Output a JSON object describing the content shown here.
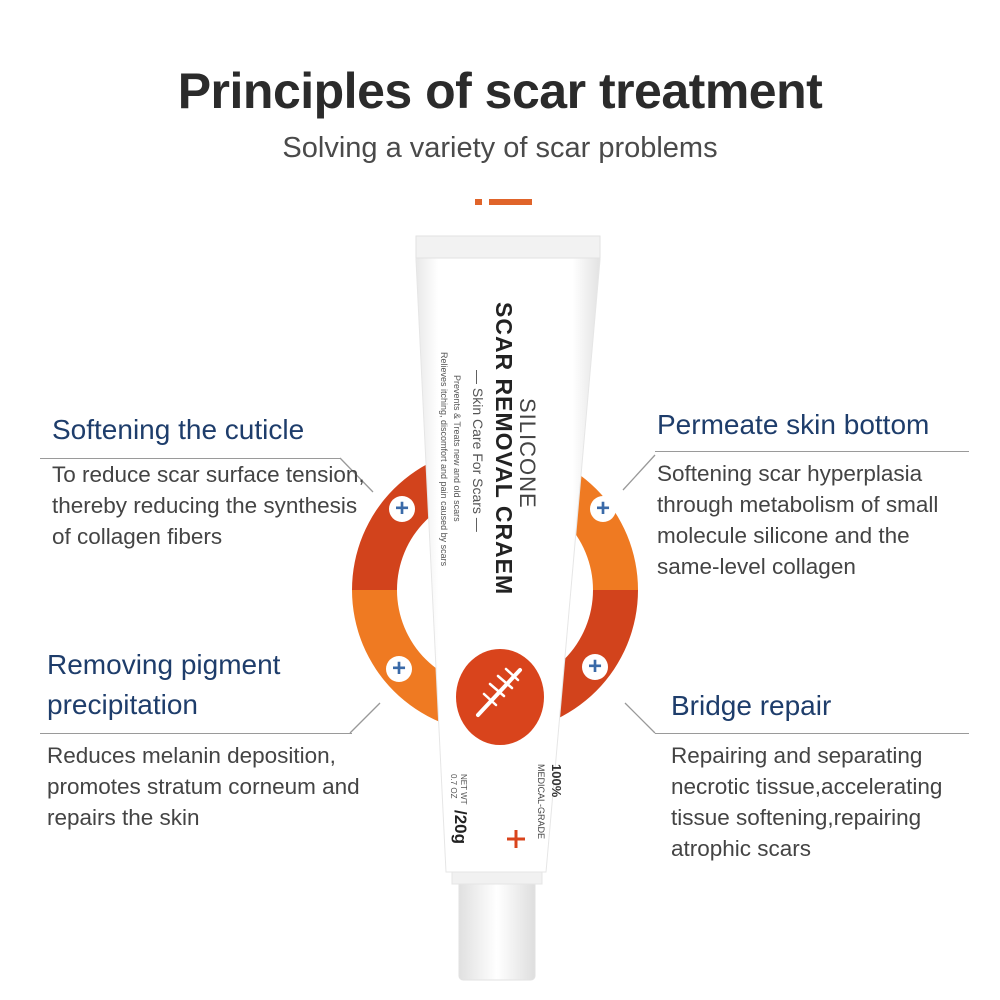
{
  "header": {
    "title": "Principles of scar treatment",
    "subtitle": "Solving a variety of scar problems"
  },
  "features": {
    "top_left": {
      "title": "Softening the cuticle",
      "lines": [
        "To reduce scar surface tension,",
        "thereby reducing the synthesis",
        "of collagen fibers"
      ]
    },
    "top_right": {
      "title": "Permeate skin bottom",
      "lines": [
        "Softening scar hyperplasia",
        "through metabolism of small",
        "molecule silicone and the",
        "same-level collagen"
      ]
    },
    "bottom_left": {
      "title_lines": [
        "Removing pigment",
        "precipitation"
      ],
      "lines": [
        "Reduces melanin deposition,",
        "promotes stratum corneum and",
        "repairs the skin"
      ]
    },
    "bottom_right": {
      "title": "Bridge repair",
      "lines": [
        "Repairing and separating",
        "necrotic tissue,accelerating",
        "tissue softening,repairing",
        "atrophic scars"
      ]
    }
  },
  "tube": {
    "brand_line1": "SILICONE",
    "brand_line2": "SCAR REMOVAL CRAEM",
    "tagline": "— Skin Care For Scars —",
    "bullet1": "Prevents & Treats new and old scars",
    "bullet2": "Relieves itching, discomfort and pain caused by scars",
    "percent": "100%",
    "grade": "MEDICAL-GRADE",
    "net_label": "NET WT",
    "net_oz": "0.7 OZ",
    "net_g": "/20g"
  },
  "colors": {
    "dark_orange": "#d2431c",
    "orange": "#ef7a22",
    "title_blue": "#1e3d6b",
    "plus_blue": "#3a6aa8"
  },
  "icons": [
    "plus-icon",
    "scar-icon"
  ]
}
